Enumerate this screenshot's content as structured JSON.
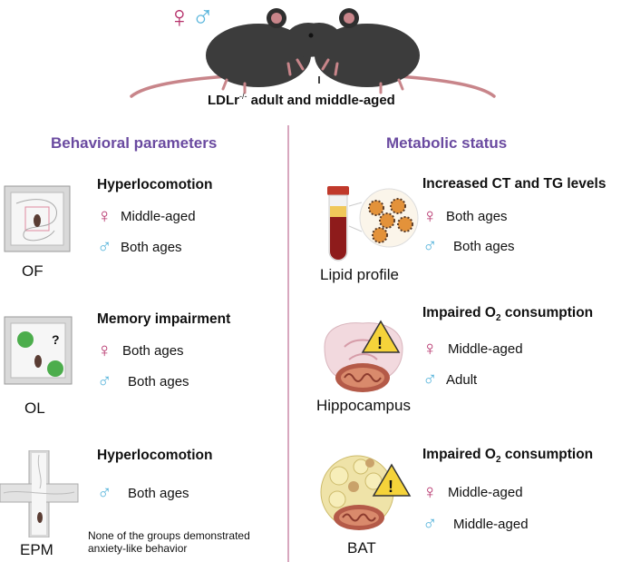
{
  "header": {
    "female_symbol": "♀",
    "male_symbol": "♂",
    "title_prefix": "LDLr",
    "title_sup": "-/-",
    "title_suffix": " adult and middle-aged"
  },
  "left": {
    "section_title": "Behavioral parameters",
    "tests": [
      {
        "label": "OF",
        "heading": "Hyperlocomotion",
        "rows": [
          {
            "sex": "♀",
            "text": "Middle-aged"
          },
          {
            "sex": "♂",
            "text": "Both ages"
          }
        ]
      },
      {
        "label": "OL",
        "heading": "Memory impairment",
        "object_mark": "?",
        "rows": [
          {
            "sex": "♀",
            "text": "Both ages"
          },
          {
            "sex": "♂",
            "text": "Both ages"
          }
        ]
      },
      {
        "label": "EPM",
        "heading": "Hyperlocomotion",
        "rows": [
          {
            "sex": "♂",
            "text": "Both ages"
          }
        ],
        "note_line1": "None of the groups demonstrated",
        "note_line2": "anxiety-like behavior"
      }
    ]
  },
  "right": {
    "section_title": "Metabolic status",
    "items": [
      {
        "label": "Lipid profile",
        "heading": "Increased CT and TG levels",
        "rows": [
          {
            "sex": "♀",
            "text": "Both ages"
          },
          {
            "sex": "♂",
            "text": "Both ages"
          }
        ]
      },
      {
        "label": "Hippocampus",
        "heading_main": "Impaired O",
        "heading_sub": "2",
        "heading_tail": " consumption",
        "warning_mark": "!",
        "rows": [
          {
            "sex": "♀",
            "text": "Middle-aged"
          },
          {
            "sex": "♂",
            "text": "Adult"
          }
        ]
      },
      {
        "label": "BAT",
        "heading_main": "Impaired O",
        "heading_sub": "2",
        "heading_tail": " consumption",
        "warning_mark": "!",
        "rows": [
          {
            "sex": "♀",
            "text": "Middle-aged"
          },
          {
            "sex": "♂",
            "text": "Middle-aged"
          }
        ]
      }
    ]
  },
  "colors": {
    "female": "#b5306a",
    "male": "#5bb6dc",
    "section": "#6a4aa0",
    "divider": "#d8a7be"
  }
}
